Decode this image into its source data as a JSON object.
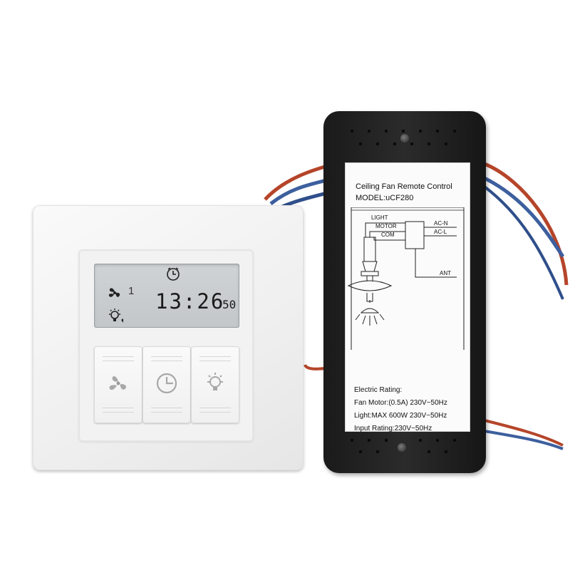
{
  "wall_switch": {
    "display": {
      "time": "13:26",
      "seconds": "50",
      "fan_level": "1",
      "icons": [
        "clock-icon",
        "fan-icon",
        "bulb-icon"
      ]
    },
    "buttons": [
      {
        "icon": "fan-icon"
      },
      {
        "icon": "clock-icon"
      },
      {
        "icon": "bulb-icon"
      }
    ]
  },
  "receiver": {
    "label": {
      "title": "Ceiling Fan Remote Control",
      "model": "MODEL:uCF280",
      "diagram_labels": {
        "light": "LIGHT",
        "motor": "MOTOR",
        "com": "COM",
        "ac_n": "AC-N",
        "ac_l": "AC-L",
        "ant": "ANT"
      },
      "ratings_title": "Electric Rating:",
      "ratings": [
        "Fan Motor:(0.5A) 230V~50Hz",
        "Light:MAX 600W 230V~50Hz",
        "Input Rating:230V~50Hz"
      ]
    }
  },
  "colors": {
    "receiver_body": "#1f1f1f",
    "lcd_background": "#c9cdd0",
    "plate": "#f4f4f4",
    "wire_red": "#b5452a",
    "wire_blue": "#3d5f9e"
  }
}
